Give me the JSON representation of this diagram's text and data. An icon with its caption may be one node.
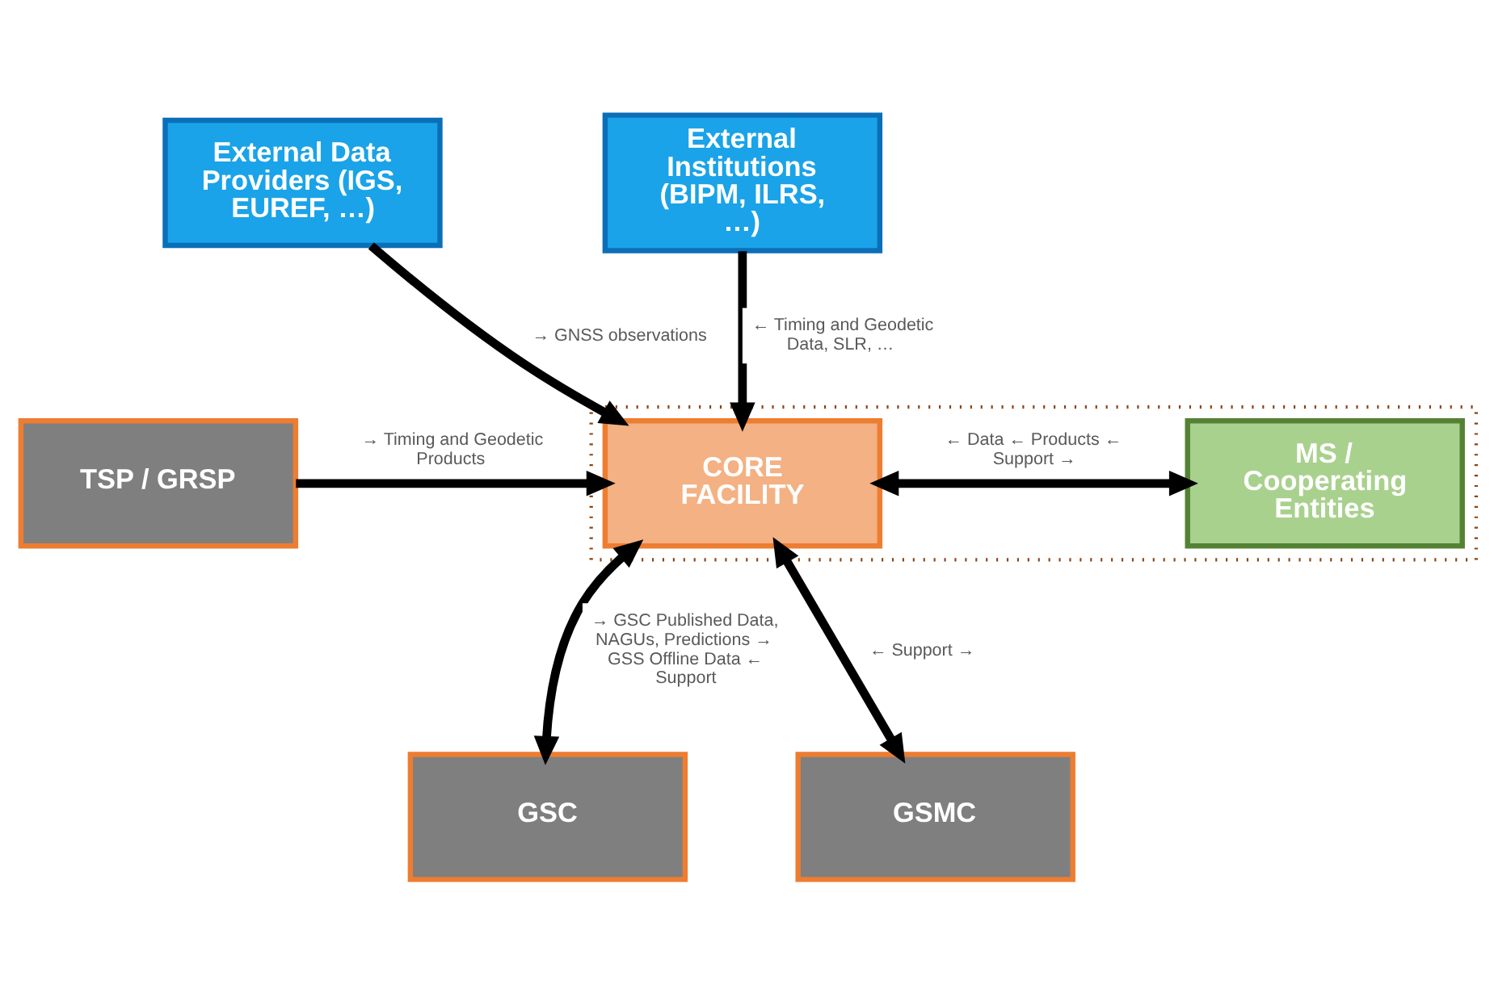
{
  "diagram": {
    "nodes": [
      {
        "text": [
          "External Data Providers (IGS, EUREF, …)"
        ]
      },
      {
        "text": [
          "External Institutions (BIPM, ILRS, …)"
        ]
      },
      {
        "text": [
          "TSP / GRSP"
        ]
      },
      {
        "text": [],
        "shape": "box"
      },
      {
        "text": [
          "CORE FACILITY"
        ],
        "in": 3
      },
      {
        "text": [
          "MS / Cooperating Entities"
        ],
        "in": 3
      },
      {
        "text": [
          "GSC"
        ]
      },
      {
        "text": [
          "GSMC"
        ]
      }
    ],
    "edges": [
      {
        "from": 0,
        "to": 4,
        "arrow": "to",
        "label": "→ GNSS observations"
      },
      {
        "from": 1,
        "to": 4,
        "arrow": "to",
        "label": "← Timing and Geodetic Data, SLR, …"
      },
      {
        "from": 2,
        "to": 4,
        "arrow": "to",
        "label": "→ Timing and Geodetic Products"
      },
      {
        "from": 4,
        "to": 5,
        "arrow": "both",
        "label": "← Data ← Products ← Support →"
      },
      {
        "from": 4,
        "to": 6,
        "arrow": "both",
        "label": "→ GSC Published Data, NAGUs, Predictions → GSS Offline Data ← Support"
      },
      {
        "from": 4,
        "to": 7,
        "arrow": "both",
        "label": "← Support →"
      }
    ]
  }
}
